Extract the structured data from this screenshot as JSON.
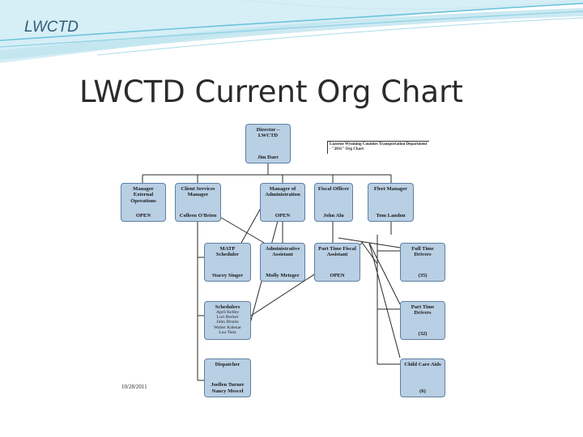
{
  "brand": "LWCTD",
  "title": "LWCTD Current Org Chart",
  "chart": {
    "legend": "Luzerne Wyoming Counties Transportation Department - \"2011\" Org Chart",
    "date": "10/28/2011",
    "boxes": {
      "director": {
        "title": "Director –\nLWCTD",
        "name": "Jim Darr"
      },
      "mgr_external": {
        "title": "Manager\nExternal\nOperations",
        "name": "OPEN"
      },
      "client_services": {
        "title": "Client Services\nManager",
        "name": "Colleen O'Brien"
      },
      "mgr_admin": {
        "title": "Manager of\nAdministration",
        "name": "OPEN"
      },
      "fiscal_officer": {
        "title": "Fiscal Officer",
        "name": "John Alu"
      },
      "fleet_manager": {
        "title": "Fleet Manager",
        "name": "Tom Landon"
      },
      "matp": {
        "title": "MATP\nScheduler",
        "name": "Stacey Singer"
      },
      "admin_assistant": {
        "title": "Administrative\nAssistant",
        "name": "Molly Metzger"
      },
      "pt_fiscal": {
        "title": "Part Time Fiscal\nAssistant",
        "name": "OPEN"
      },
      "ft_drivers": {
        "title": "Full Time\nDrivers",
        "name": "(35)"
      },
      "schedulers": {
        "title": "Schedulers",
        "names": "April Kelley\nLori Becker\nJohn Drunis\nWalter Kalenar\nLou Tietz"
      },
      "pt_drivers": {
        "title": "Part Time\nDrivers",
        "name": "(32)"
      },
      "dispatcher": {
        "title": "Dispatcher",
        "name": "Joellen Turner\nNancy Mescel"
      },
      "child_care": {
        "title": "Child Care Aids",
        "name": "(6)"
      }
    }
  }
}
